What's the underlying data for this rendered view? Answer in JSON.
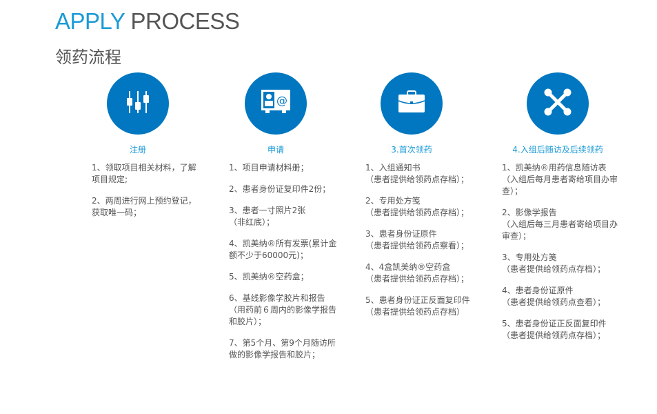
{
  "header": {
    "title_accent": "APPLY",
    "title_rest": "PROCESS",
    "subtitle": "领药流程"
  },
  "accent_color": "#0077c0",
  "steps": [
    {
      "icon": "sliders-icon",
      "heading": "注册",
      "items": [
        {
          "text": "1、领取项目相关材料，了解项目规定;"
        },
        {
          "text": "2、两周进行网上预约登记，获取唯一码；"
        }
      ]
    },
    {
      "icon": "contact-card-icon",
      "heading": "申请",
      "items": [
        {
          "text": "1、项目申请材料册；"
        },
        {
          "text": "2、患者身份证复印件2份；"
        },
        {
          "text": "3、患者一寸照片2张",
          "note": "（非红底）；"
        },
        {
          "text": "4、凯美纳®所有发票(累计金额不少于60000元)；"
        },
        {
          "text": "5、凯美纳®空药盒；"
        },
        {
          "text": "6、基线影像学胶片和报告",
          "note": "（用药前６周内的影像学报告和胶片）；"
        },
        {
          "text": "7、第5个月、第9个月随访所做的影像学报告和胶片；"
        }
      ]
    },
    {
      "icon": "briefcase-icon",
      "heading": "3.首次领药",
      "items": [
        {
          "text": "1、入组通知书",
          "note": "（患者提供给领药点存档）；"
        },
        {
          "text": "2、专用处方笺",
          "note": "（患者提供给领药点存档）；"
        },
        {
          "text": "3、患者身份证原件",
          "note": "（患者提供给领药点察看）；"
        },
        {
          "text": "4、4盒凯美纳®空药盒",
          "note": "（患者提供给领药点存档）；"
        },
        {
          "text": "5、患者身份证正反面复印件",
          "note": "（患者提供给领药点存档）"
        }
      ]
    },
    {
      "icon": "joomla-icon",
      "heading": "4.入组后随访及后续领药",
      "items": [
        {
          "text": "1、凯美纳®用药信息随访表",
          "note": "（入组后每月患者寄给项目办审查）；"
        },
        {
          "text": "2、影像学报告",
          "note": "（入组后每三月患者寄给项目办审查）；"
        },
        {
          "text": "3、专用处方笺",
          "note": "（患者提供给领药点存档）；"
        },
        {
          "text": "4、患者身份证原件",
          "note": "（患者提供给领药点查看）；"
        },
        {
          "text": "5、患者身份证正反面复印件",
          "note": "（患者提供给领药点存档）；"
        }
      ]
    }
  ]
}
